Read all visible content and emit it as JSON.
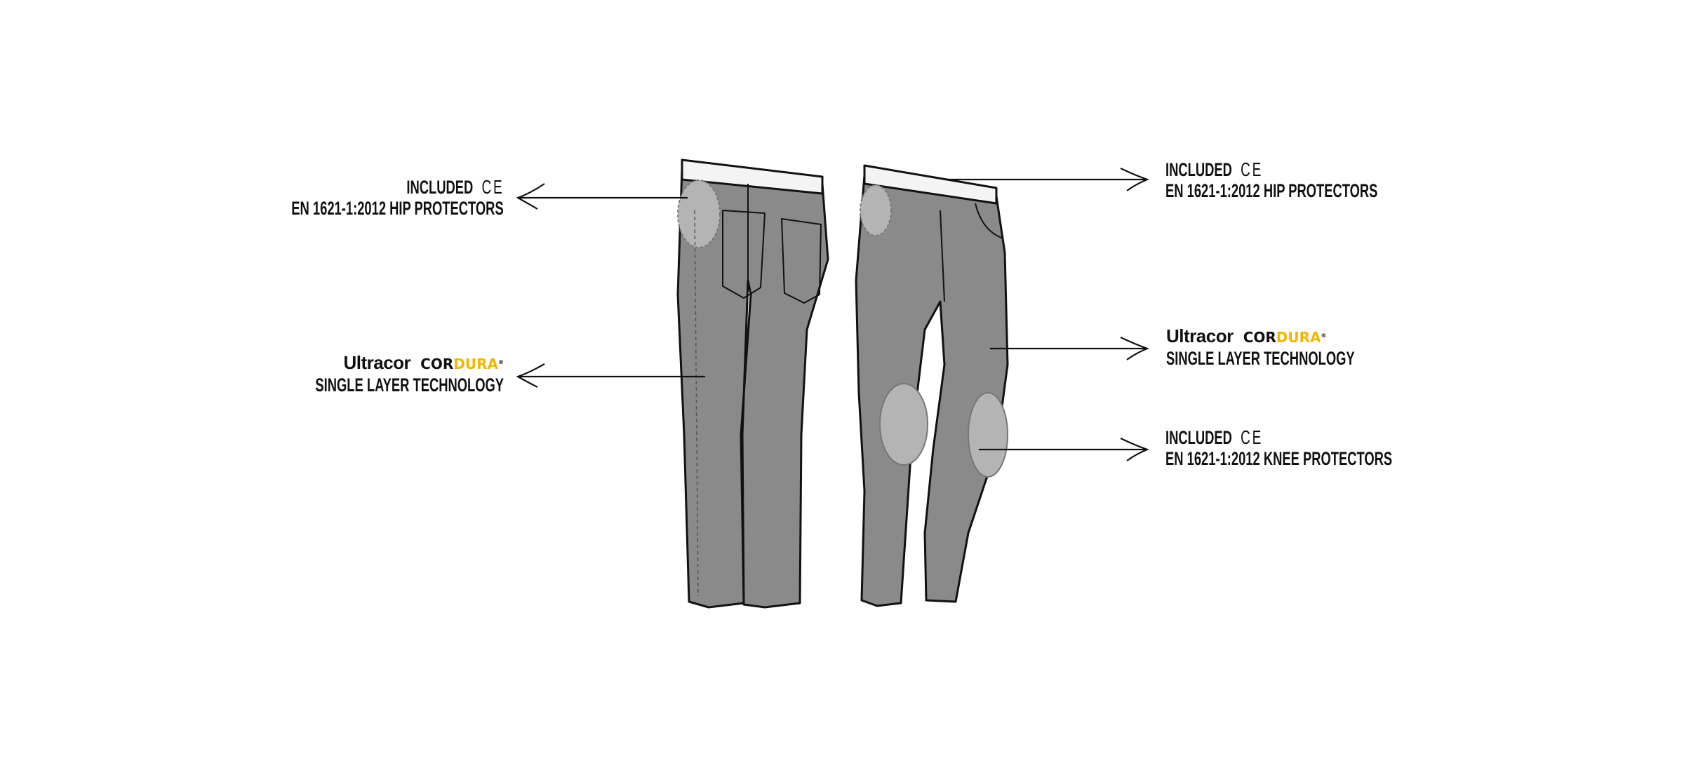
{
  "left_callouts": [
    {
      "line1": "INCLUDED",
      "mark": "CE",
      "line2": "EN 1621-1:2012 HIP PROTECTORS"
    },
    {
      "brand": "Ultracor",
      "logo_a": "COR",
      "logo_b": "DURA",
      "logo_reg": "®",
      "line2": "SINGLE LAYER TECHNOLOGY"
    }
  ],
  "right_callouts": [
    {
      "line1": "INCLUDED",
      "mark": "CE",
      "line2": "EN 1621-1:2012 HIP PROTECTORS"
    },
    {
      "brand": "Ultracor",
      "logo_a": "COR",
      "logo_b": "DURA",
      "logo_reg": "®",
      "line2": "SINGLE LAYER TECHNOLOGY"
    },
    {
      "line1": "INCLUDED",
      "mark": "CE",
      "line2": "EN 1621-1:2012 KNEE PROTECTORS"
    }
  ],
  "colors": {
    "fabric": "#8a8a8a",
    "protector": "#b4b4b4",
    "cordura_yellow": "#f2b705",
    "outline": "#111111"
  }
}
